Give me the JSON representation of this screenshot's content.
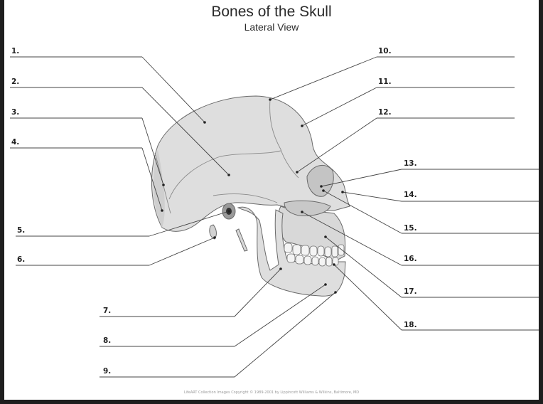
{
  "title": "Bones of the Skull",
  "subtitle": "Lateral View",
  "labels": [
    "1.",
    "2.",
    "3.",
    "4.",
    "5.",
    "6.",
    "7.",
    "8.",
    "9.",
    "10.",
    "11.",
    "12.",
    "13.",
    "14.",
    "15.",
    "16.",
    "17.",
    "18."
  ],
  "credit": "LifeART Collection Images Copyright © 1989-2001 by Lippincott Williams & Wilkins, Baltimore, MD",
  "colors": {
    "bone": "#dedede",
    "bone_shade": "#c4c4c4",
    "line": "#555555",
    "background": "#ffffff",
    "frame": "#1e1e1e"
  },
  "icons": [
    "skull-lateral-illustration"
  ]
}
